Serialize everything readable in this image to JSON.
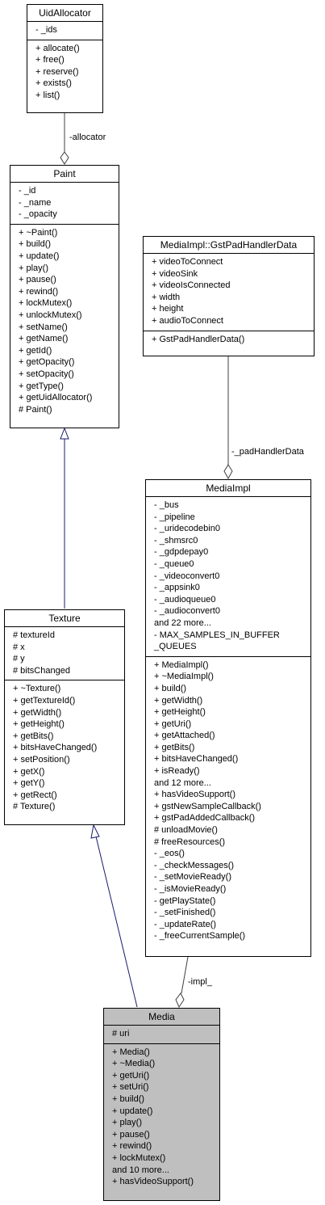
{
  "classes": {
    "uid_allocator": {
      "name": "UidAllocator",
      "attributes": [
        "- _ids"
      ],
      "methods": [
        "+ allocate()",
        "+ free()",
        "+ reserve()",
        "+ exists()",
        "+ list()"
      ]
    },
    "paint": {
      "name": "Paint",
      "attributes": [
        "- _id",
        "- _name",
        "- _opacity"
      ],
      "methods": [
        "+ ~Paint()",
        "+ build()",
        "+ update()",
        "+ play()",
        "+ pause()",
        "+ rewind()",
        "+ lockMutex()",
        "+ unlockMutex()",
        "+ setName()",
        "+ getName()",
        "+ getId()",
        "+ getOpacity()",
        "+ setOpacity()",
        "+ getType()",
        "+ getUidAllocator()",
        "# Paint()"
      ]
    },
    "gst_pad_handler_data": {
      "name": "MediaImpl::GstPadHandlerData",
      "attributes": [
        "+ videoToConnect",
        "+ videoSink",
        "+ videoIsConnected",
        "+ width",
        "+ height",
        "+ audioToConnect"
      ],
      "methods": [
        "+ GstPadHandlerData()"
      ]
    },
    "media_impl": {
      "name": "MediaImpl",
      "attributes": [
        "- _bus",
        "- _pipeline",
        "- _uridecodebin0",
        "- _shmsrc0",
        "- _gdpdepay0",
        "- _queue0",
        "- _videoconvert0",
        "- _appsink0",
        "- _audioqueue0",
        "- _audioconvert0",
        "and 22 more...",
        "- MAX_SAMPLES_IN_BUFFER",
        "_QUEUES"
      ],
      "methods": [
        "+ MediaImpl()",
        "+ ~MediaImpl()",
        "+ build()",
        "+ getWidth()",
        "+ getHeight()",
        "+ getUri()",
        "+ getAttached()",
        "+ getBits()",
        "+ bitsHaveChanged()",
        "+ isReady()",
        "and 12 more...",
        "+ hasVideoSupport()",
        "+ gstNewSampleCallback()",
        "+ gstPadAddedCallback()",
        "# unloadMovie()",
        "# freeResources()",
        "- _eos()",
        "- _checkMessages()",
        "- _setMovieReady()",
        "- _isMovieReady()",
        "- getPlayState()",
        "- _setFinished()",
        "- _updateRate()",
        "- _freeCurrentSample()"
      ]
    },
    "texture": {
      "name": "Texture",
      "attributes": [
        "# textureId",
        "# x",
        "# y",
        "# bitsChanged"
      ],
      "methods": [
        "+ ~Texture()",
        "+ getTextureId()",
        "+ getWidth()",
        "+ getHeight()",
        "+ getBits()",
        "+ bitsHaveChanged()",
        "+ setPosition()",
        "+ getX()",
        "+ getY()",
        "+ getRect()",
        "# Texture()"
      ]
    },
    "media": {
      "name": "Media",
      "attributes": [
        "# uri"
      ],
      "methods": [
        "+ Media()",
        "+ ~Media()",
        "+ getUri()",
        "+ setUri()",
        "+ build()",
        "+ update()",
        "+ play()",
        "+ pause()",
        "+ rewind()",
        "+ lockMutex()",
        "and 10 more...",
        "+ hasVideoSupport()"
      ]
    }
  },
  "relations": {
    "allocator": "-allocator",
    "pad_handler_data": "-_padHandlerData",
    "impl": "-impl_"
  },
  "colors": {
    "inheritance_edge": "#191970",
    "composition_edge": "#404040",
    "highlight_fill": "#bfbfbf"
  }
}
